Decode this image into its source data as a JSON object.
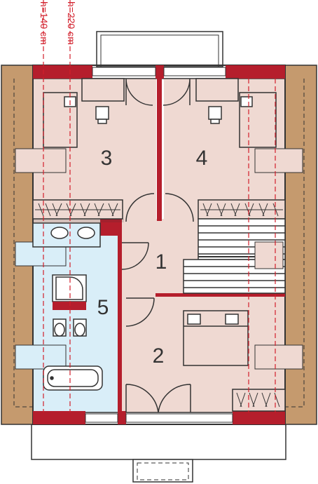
{
  "labels": {
    "height_220": "h=220 cm",
    "height_140": "h=140 cm"
  },
  "rooms": [
    {
      "id": "room-1",
      "number": "1"
    },
    {
      "id": "room-2",
      "number": "2"
    },
    {
      "id": "room-3",
      "number": "3"
    },
    {
      "id": "room-4",
      "number": "4"
    },
    {
      "id": "room-5",
      "number": "5"
    }
  ],
  "colors": {
    "floor": "#efd9d2",
    "bathroom": "#d9eef8",
    "wall_red": "#b51e2c",
    "roof_brown": "#c59a6e",
    "line": "#333333",
    "dash": "#d21f2b"
  }
}
